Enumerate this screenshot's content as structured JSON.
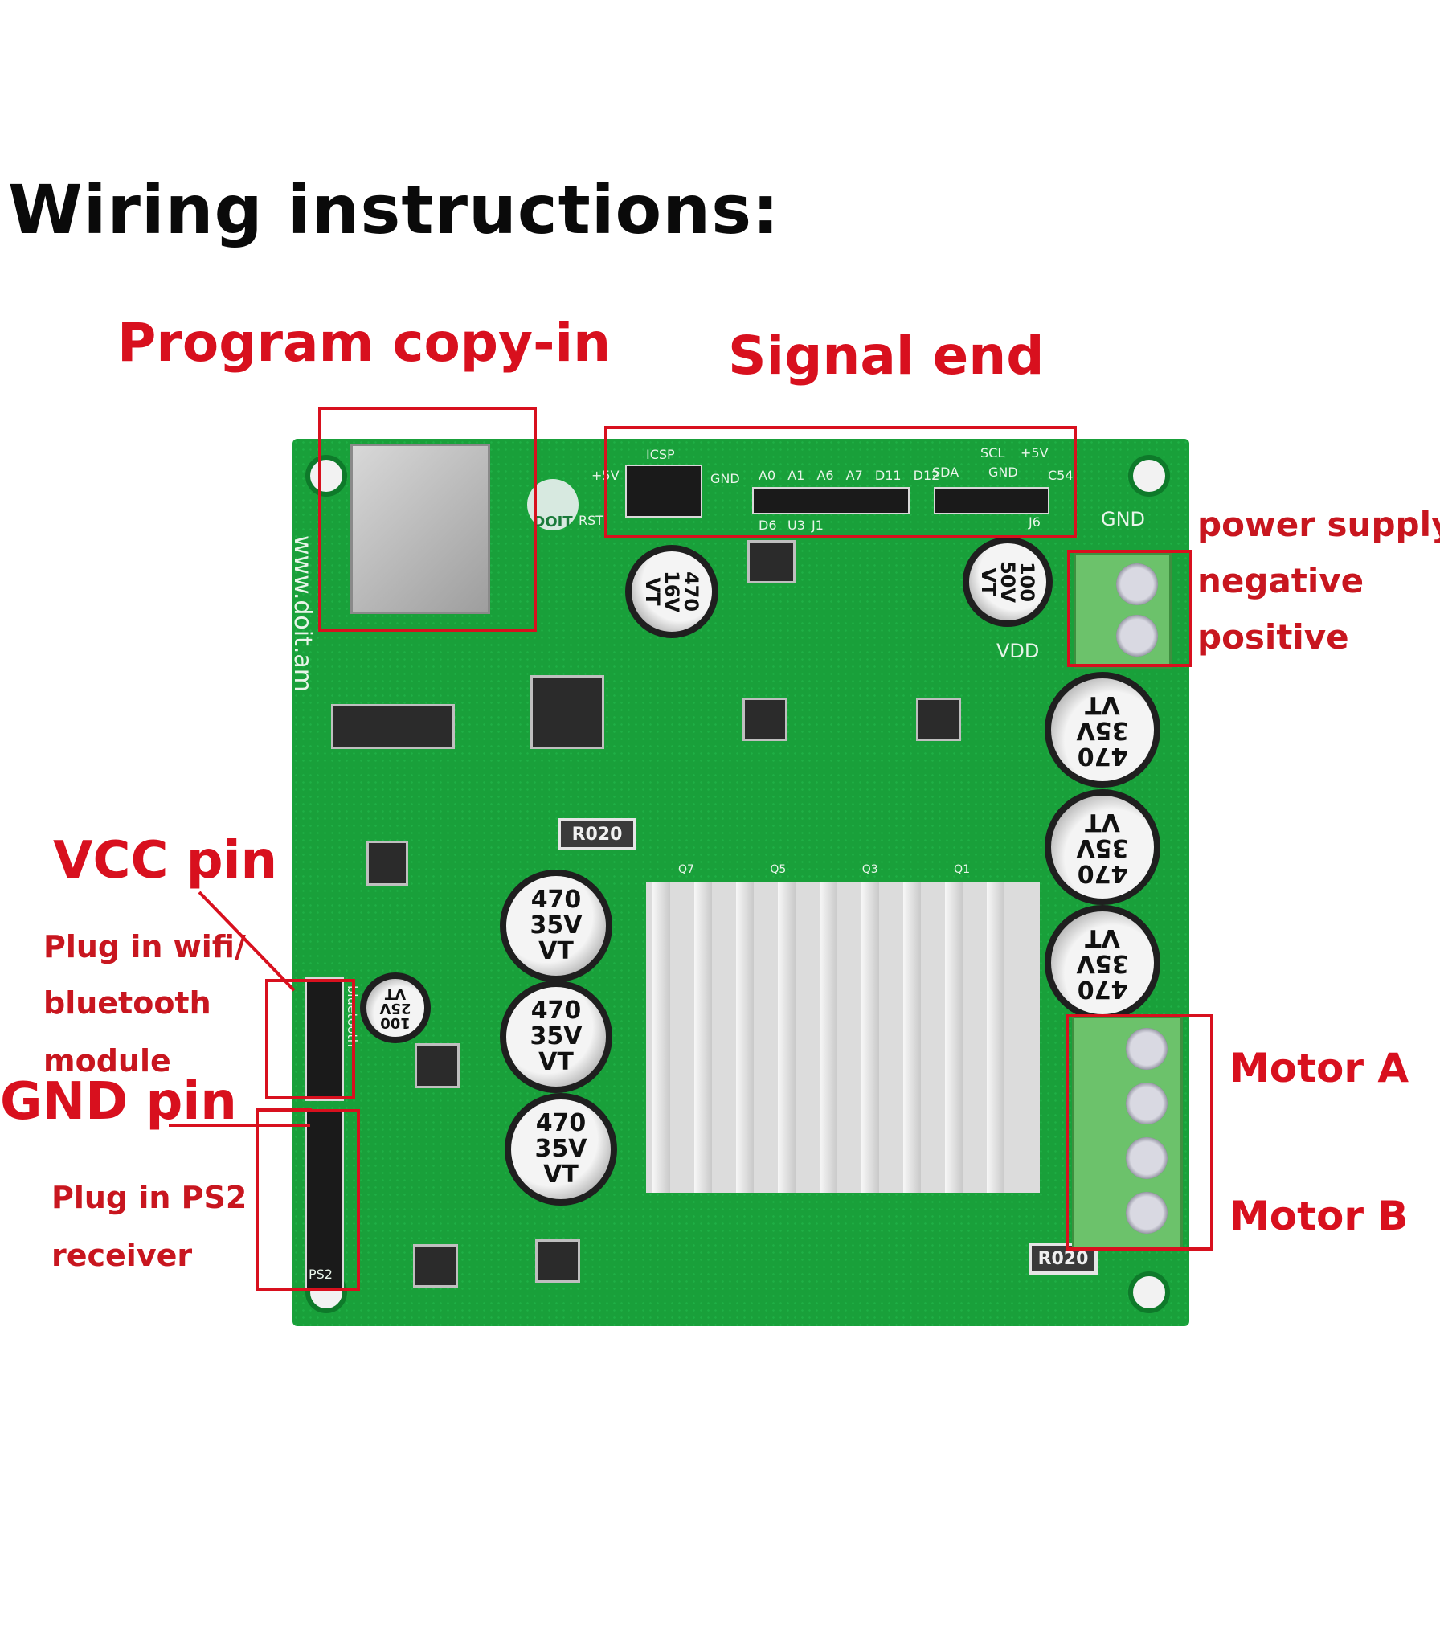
{
  "title": "Wiring instructions:",
  "annotations": {
    "program": "Program copy-in",
    "signal": "Signal end",
    "power_supply": "power supply:",
    "negative": "negative",
    "positive": "positive",
    "vcc_pin": "VCC pin",
    "wifi_line1": "Plug in wifi/",
    "wifi_line2": "bluetooth",
    "wifi_line3": "module",
    "gnd_pin": "GND pin",
    "ps2_line1": "Plug in PS2",
    "ps2_line2": "receiver",
    "motor_a": "Motor A",
    "motor_b": "Motor B"
  },
  "board": {
    "website": "www.doit.am",
    "logo": "DOIT",
    "icsp": "ICSP",
    "plus5v_left": "+5V",
    "rst": "RST",
    "gnd_header": "GND",
    "signal_pins": [
      "A0",
      "A1",
      "A6",
      "A7",
      "D11",
      "D12"
    ],
    "i2c_top": [
      "SCL",
      "+5V"
    ],
    "i2c_bottom": [
      "SDA",
      "GND"
    ],
    "j1": "J1",
    "j6": "J6",
    "u3": "U3",
    "d6": "D6",
    "c54": "C54",
    "gnd_power": "GND",
    "vdd": "VDD",
    "bluetooth": "bluetooth",
    "ps2": "PS2",
    "shunt1": "R020",
    "shunt2": "R020",
    "cap_470_16": [
      "470",
      "16V",
      "VT"
    ],
    "cap_100_50": [
      "100",
      "50V",
      "VT"
    ],
    "cap_470_35": [
      "470",
      "35V",
      "VT"
    ],
    "cap_100_25": [
      "100",
      "25V",
      "VT"
    ],
    "transistors": [
      "Q7",
      "Q5",
      "Q3",
      "Q1"
    ]
  },
  "colors": {
    "annotation_red": "#d8101e",
    "pcb_green": "#19a03a",
    "terminal_green": "#6cc26b"
  }
}
